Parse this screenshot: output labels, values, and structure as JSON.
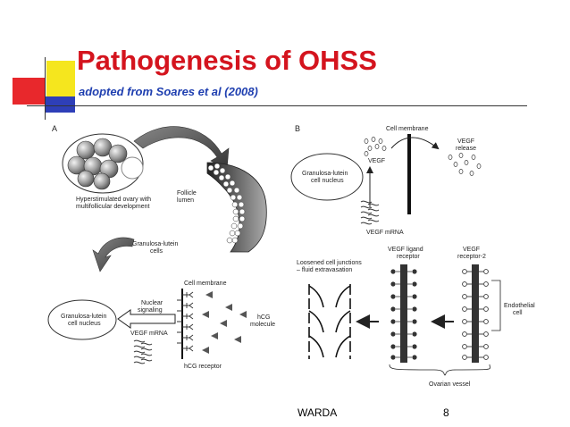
{
  "slide": {
    "title": "Pathogenesis of OHSS",
    "subtitle": "adopted from Soares et al (2008)",
    "footer_author": "WARDA",
    "page_number": "8",
    "colors": {
      "title": "#d4141e",
      "subtitle": "#1f3fb0",
      "deco_yellow": "#f5e61e",
      "deco_red": "#e8282c",
      "deco_blue": "#2e3fb8"
    }
  },
  "panel_a": {
    "letter": "A",
    "ovary_label_1": "Hyperstimulated ovary with",
    "ovary_label_2": "multifollicular development",
    "follicle_label_1": "Follicle",
    "follicle_label_2": "lumen",
    "gl_cells_label_1": "Granulosa-lutein",
    "gl_cells_label_2": "cells",
    "cell_membrane": "Cell membrane",
    "nuclear_signaling_1": "Nuclear",
    "nuclear_signaling_2": "signaling",
    "nucleus_label_1": "Granulosa-lutein",
    "nucleus_label_2": "cell nucleus",
    "vegf_mrna": "VEGF mRNA",
    "hcg_molecule_1": "hCG",
    "hcg_molecule_2": "molecule",
    "hcg_receptor": "hCG receptor"
  },
  "panel_b": {
    "letter": "B",
    "cell_membrane": "Cell membrane",
    "vegf_release_1": "VEGF",
    "vegf_release_2": "release",
    "vegf": "VEGF",
    "nucleus_label_1": "Granulosa-lutein",
    "nucleus_label_2": "cell nucleus",
    "vegf_mrna": "VEGF mRNA",
    "loosened_1": "Loosened cell junctions",
    "loosened_2": "– fluid extravasation",
    "ligand_1": "VEGF ligand",
    "ligand_2": "receptor",
    "receptor2_1": "VEGF",
    "receptor2_2": "receptor-2",
    "endothelial_1": "Endothelial",
    "endothelial_2": "cell",
    "ovarian_vessel": "Ovarian vessel"
  }
}
